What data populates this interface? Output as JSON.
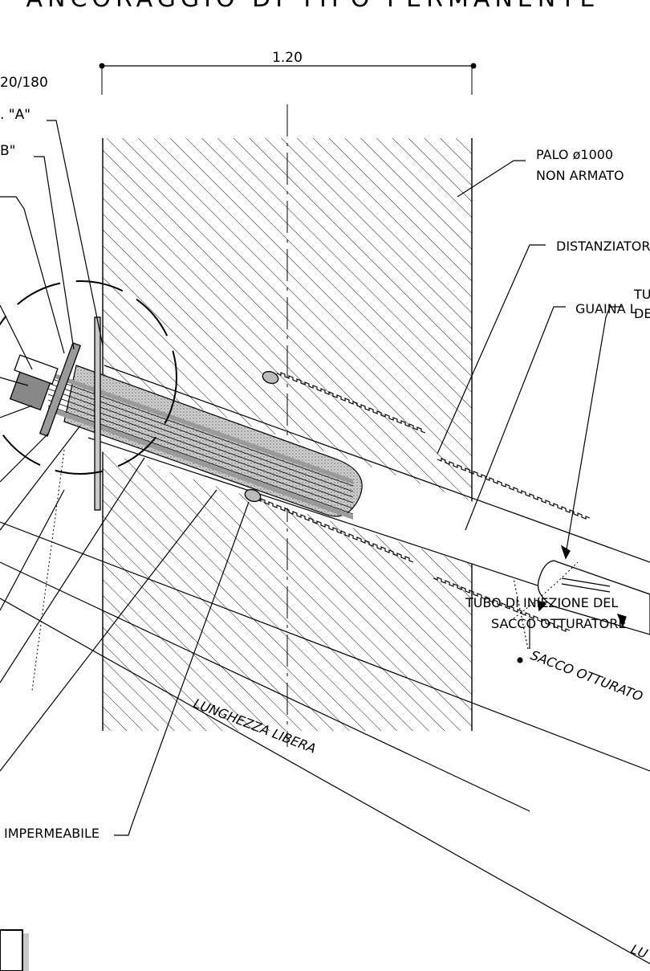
{
  "title": "ANCORAGGIO DI TIPO PERMANENTE",
  "dimension": {
    "width_label": "1.20"
  },
  "labels_right": {
    "palo_line1": "PALO ø1000",
    "palo_line2": "NON ARMATO",
    "distanziatore": "DISTANZIATOR",
    "guaina": "GUAINA L",
    "tu_line1": "TU",
    "tu_line2": "DE",
    "tubo_line1": "TUBO DI INIEZIONE DEL",
    "tubo_line2": "SACCO OTTURATORE"
  },
  "labels_left": {
    "top1": "20/180",
    "top2": ". \"A\"",
    "top3": "B\"",
    "impermeabile": "IMPERMEABILE"
  },
  "labels_oblique": {
    "lunghezza_libera": "LUNGHEZZA LIBERA",
    "sacco_otturatore": "SACCO OTTURATO",
    "lu": "LU"
  },
  "colors": {
    "line": "#000000",
    "hatch": "#000000",
    "grout": "#c8c8c8",
    "steel": "#9a9a9a",
    "background": "#ffffff"
  }
}
